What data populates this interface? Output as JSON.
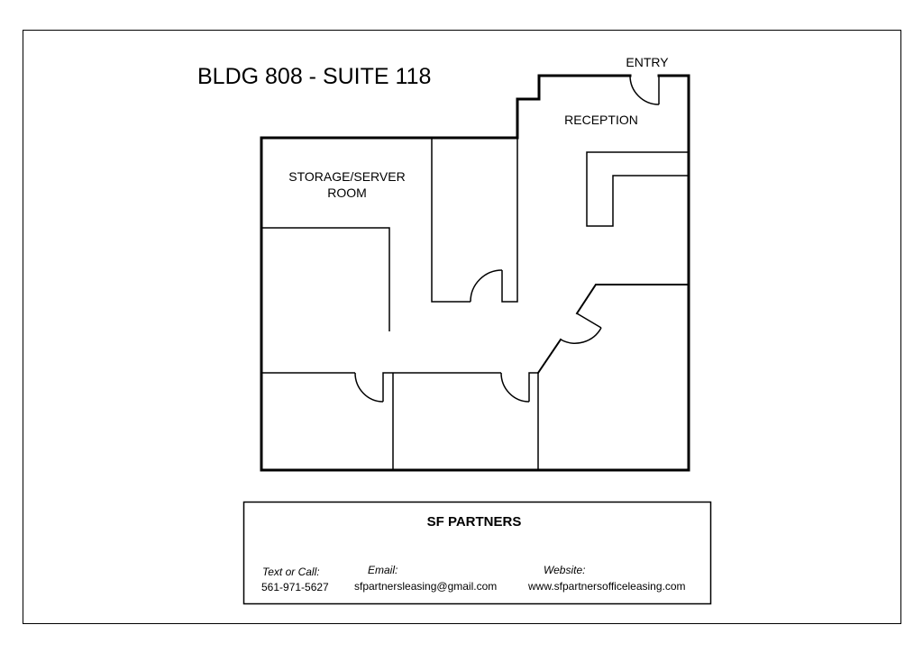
{
  "title": "BLDG  808 - SUITE 118",
  "rooms": {
    "entry": "ENTRY",
    "reception": "RECEPTION",
    "storage_line1": "STORAGE/SERVER",
    "storage_line2": "ROOM"
  },
  "contact": {
    "company": "SF PARTNERS",
    "phone_label": "Text or Call:",
    "phone": "561-971-5627",
    "email_label": "Email:",
    "email": "sfpartnersleasing@gmail.com",
    "website_label": "Website:",
    "website": "www.sfpartnersofficeleasing.com"
  }
}
